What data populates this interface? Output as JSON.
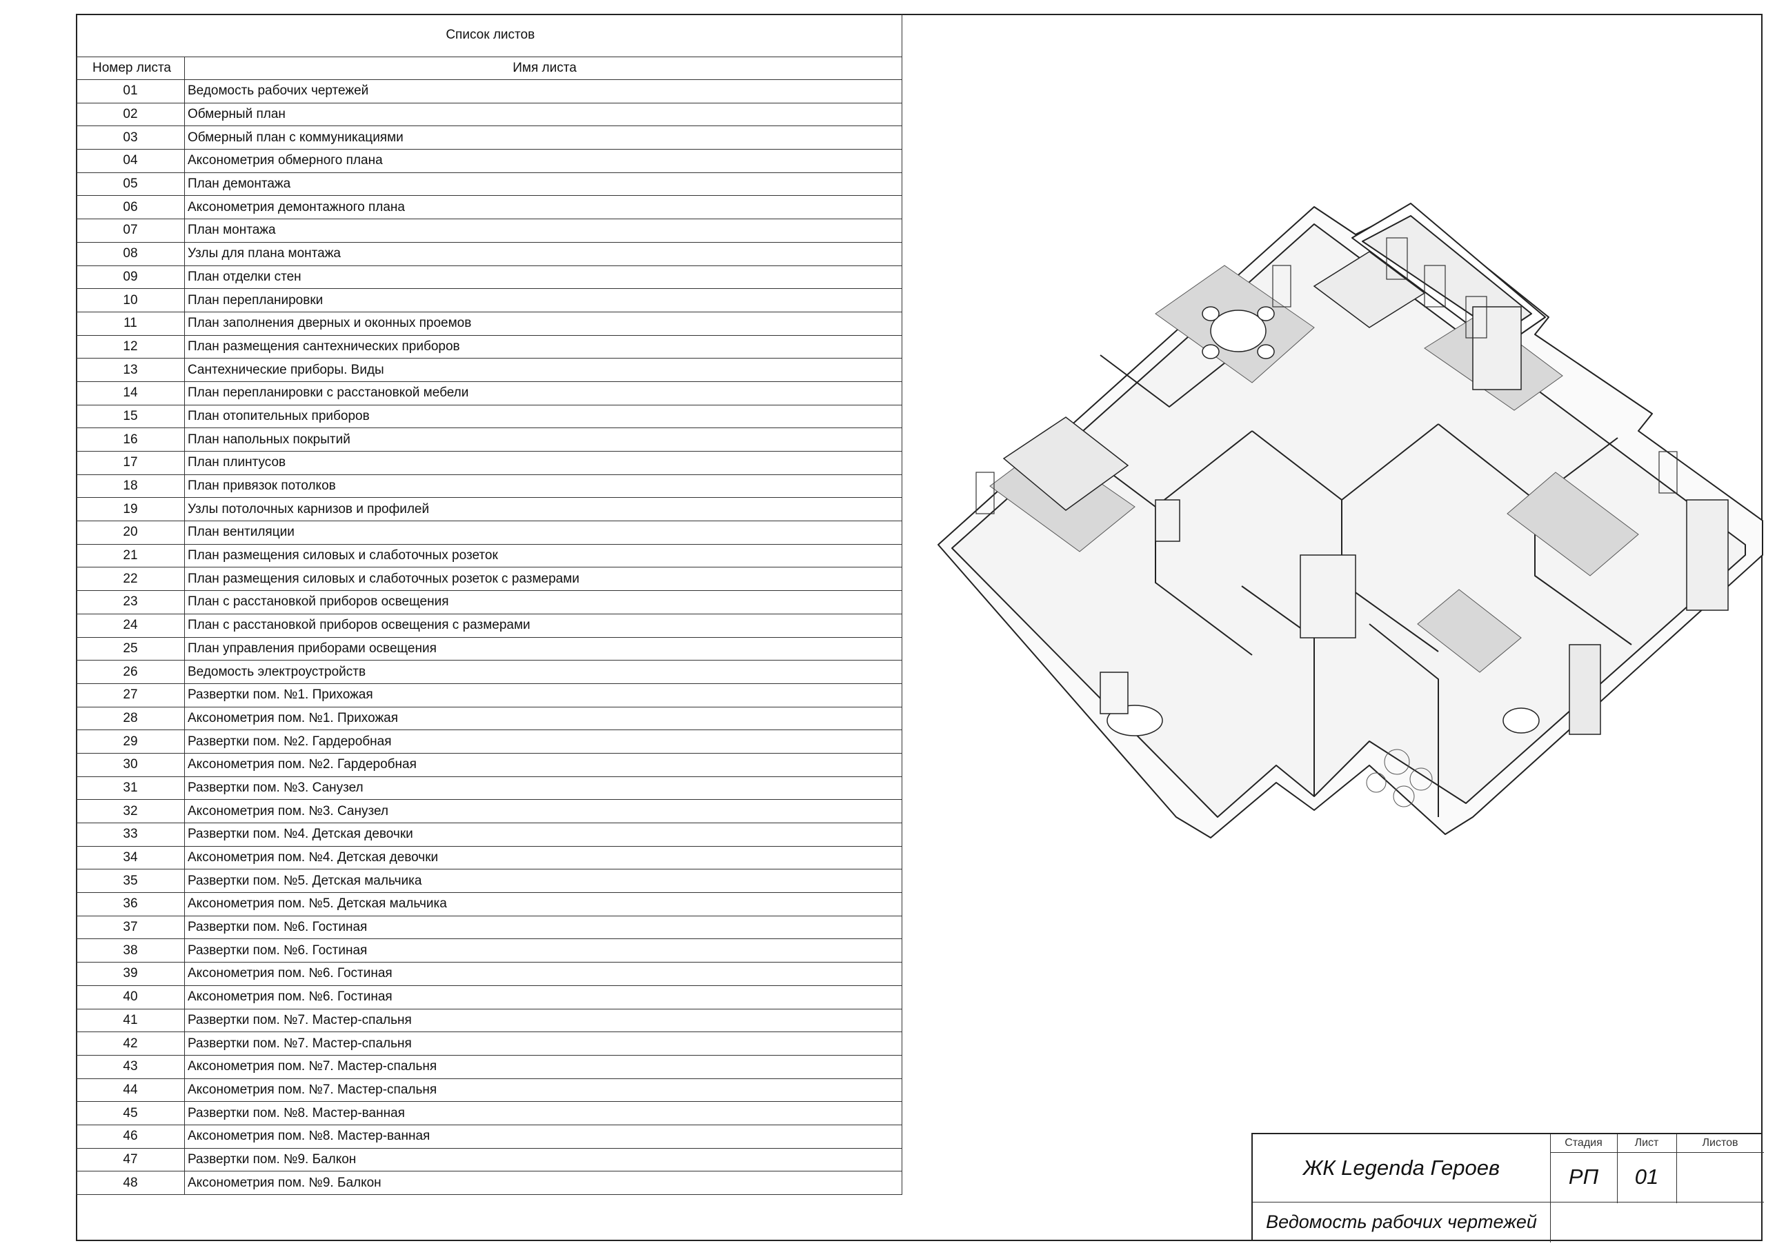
{
  "sheet_list": {
    "title": "Список листов",
    "col_number": "Номер листа",
    "col_name": "Имя листа",
    "rows": [
      [
        "01",
        "Ведомость рабочих чертежей"
      ],
      [
        "02",
        "Обмерный план"
      ],
      [
        "03",
        "Обмерный план с коммуникациями"
      ],
      [
        "04",
        "Аксонометрия обмерного плана"
      ],
      [
        "05",
        "План демонтажа"
      ],
      [
        "06",
        "Аксонометрия демонтажного плана"
      ],
      [
        "07",
        "План монтажа"
      ],
      [
        "08",
        "Узлы для плана монтажа"
      ],
      [
        "09",
        "План отделки стен"
      ],
      [
        "10",
        "План перепланировки"
      ],
      [
        "11",
        "План заполнения дверных и оконных проемов"
      ],
      [
        "12",
        "План размещения сантехнических приборов"
      ],
      [
        "13",
        "Сантехнические приборы. Виды"
      ],
      [
        "14",
        "План перепланировки с расстановкой мебели"
      ],
      [
        "15",
        "План отопительных приборов"
      ],
      [
        "16",
        "План напольных покрытий"
      ],
      [
        "17",
        "План плинтусов"
      ],
      [
        "18",
        "План привязок потолков"
      ],
      [
        "19",
        "Узлы потолочных карнизов и профилей"
      ],
      [
        "20",
        "План вентиляции"
      ],
      [
        "21",
        "План размещения силовых и слаботочных розеток"
      ],
      [
        "22",
        "План размещения силовых и слаботочных розеток с размерами"
      ],
      [
        "23",
        "План с расстановкой приборов освещения"
      ],
      [
        "24",
        "План с расстановкой приборов освещения с размерами"
      ],
      [
        "25",
        "План управления приборами освещения"
      ],
      [
        "26",
        "Ведомость электроустройств"
      ],
      [
        "27",
        "Развертки пом. №1. Прихожая"
      ],
      [
        "28",
        "Аксонометрия пом. №1. Прихожая"
      ],
      [
        "29",
        "Развертки пом. №2. Гардеробная"
      ],
      [
        "30",
        "Аксонометрия пом. №2. Гардеробная"
      ],
      [
        "31",
        "Развертки пом. №3. Санузел"
      ],
      [
        "32",
        "Аксонометрия пом. №3. Санузел"
      ],
      [
        "33",
        "Развертки пом. №4. Детская девочки"
      ],
      [
        "34",
        "Аксонометрия пом. №4. Детская девочки"
      ],
      [
        "35",
        "Развертки пом. №5. Детская мальчика"
      ],
      [
        "36",
        "Аксонометрия пом. №5. Детская мальчика"
      ],
      [
        "37",
        "Развертки пом. №6. Гостиная"
      ],
      [
        "38",
        "Развертки пом. №6. Гостиная"
      ],
      [
        "39",
        "Аксонометрия пом. №6. Гостиная"
      ],
      [
        "40",
        "Аксонометрия пом. №6. Гостиная"
      ],
      [
        "41",
        "Развертки пом. №7. Мастер-спальня"
      ],
      [
        "42",
        "Развертки пом. №7. Мастер-спальня"
      ],
      [
        "43",
        "Аксонометрия пом. №7. Мастер-спальня"
      ],
      [
        "44",
        "Аксонометрия пом. №7. Мастер-спальня"
      ],
      [
        "45",
        "Развертки пом. №8. Мастер-ванная"
      ],
      [
        "46",
        "Аксонометрия пом. №8. Мастер-ванная"
      ],
      [
        "47",
        "Развертки пом. №9. Балкон"
      ],
      [
        "48",
        "Аксонометрия пом. №9. Балкон"
      ]
    ]
  },
  "stamp": {
    "project": "ЖК Legenda Героев",
    "sheet_title": "Ведомость рабочих чертежей",
    "label_stage": "Стадия",
    "label_sheet": "Лист",
    "label_sheets": "Листов",
    "stage": "РП",
    "sheet": "01",
    "sheets": ""
  }
}
